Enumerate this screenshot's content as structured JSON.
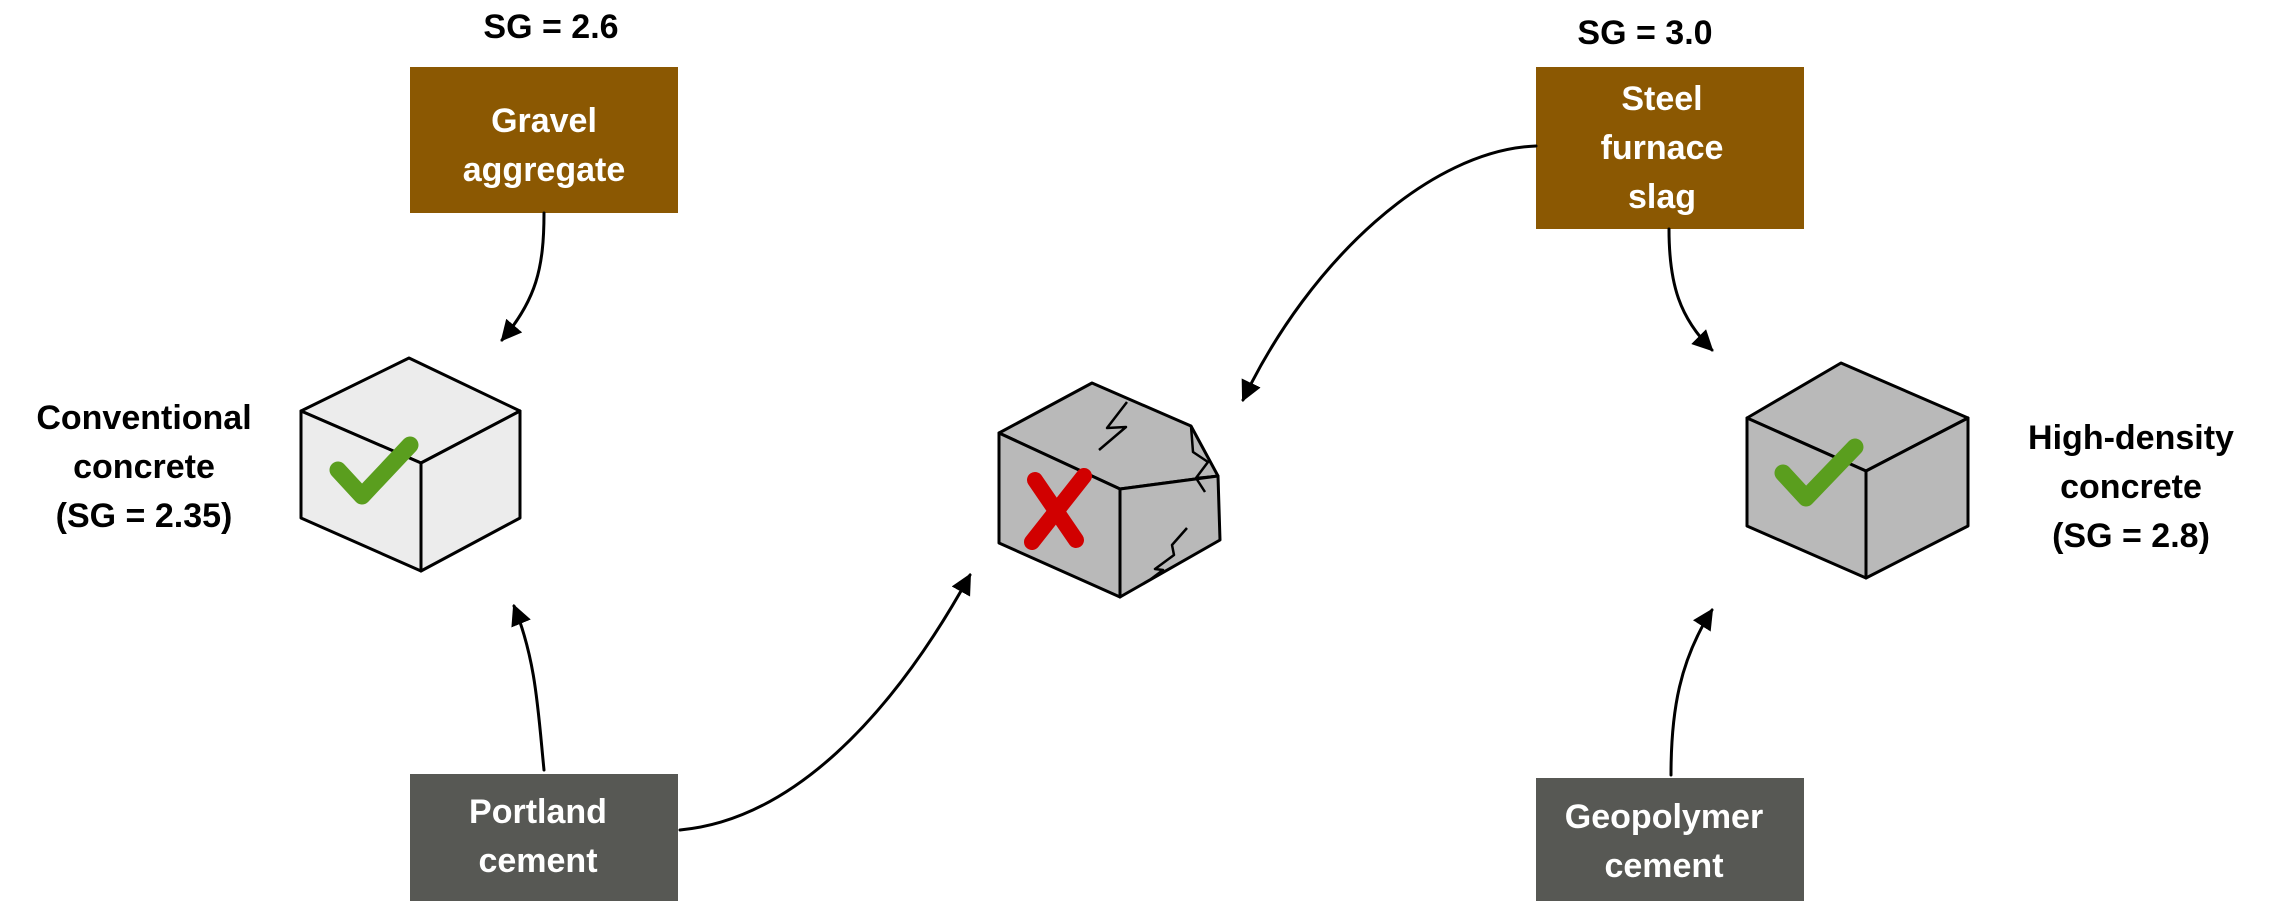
{
  "materials": {
    "gravel": {
      "sg": "SG = 2.6",
      "line1": "Gravel",
      "line2": "aggregate"
    },
    "slag": {
      "sg": "SG = 3.0",
      "line1": "Steel",
      "line2": "furnace",
      "line3": "slag"
    },
    "portland": {
      "line1": "Portland",
      "line2": "cement"
    },
    "geopolymer": {
      "line1": "Geopolymer",
      "line2": "cement"
    }
  },
  "products": {
    "conventional": {
      "line1": "Conventional",
      "line2": "concrete",
      "line3": "(SG = 2.35)"
    },
    "high_density": {
      "line1": "High-density",
      "line2": "concrete",
      "line3": "(SG = 2.8)"
    }
  },
  "colors": {
    "aggregate_box": "#8b5802",
    "cement_box": "#575854",
    "box_text": "#ffffff",
    "check": "#5a9e1e",
    "cross": "#d10000",
    "light_cube": "#ececec",
    "grey_cube": "#b9b9b9",
    "arrow": "#000000"
  },
  "icons": {
    "conventional_result": "check-mark-icon",
    "failed_result": "cross-mark-icon",
    "high_density_result": "check-mark-icon"
  }
}
